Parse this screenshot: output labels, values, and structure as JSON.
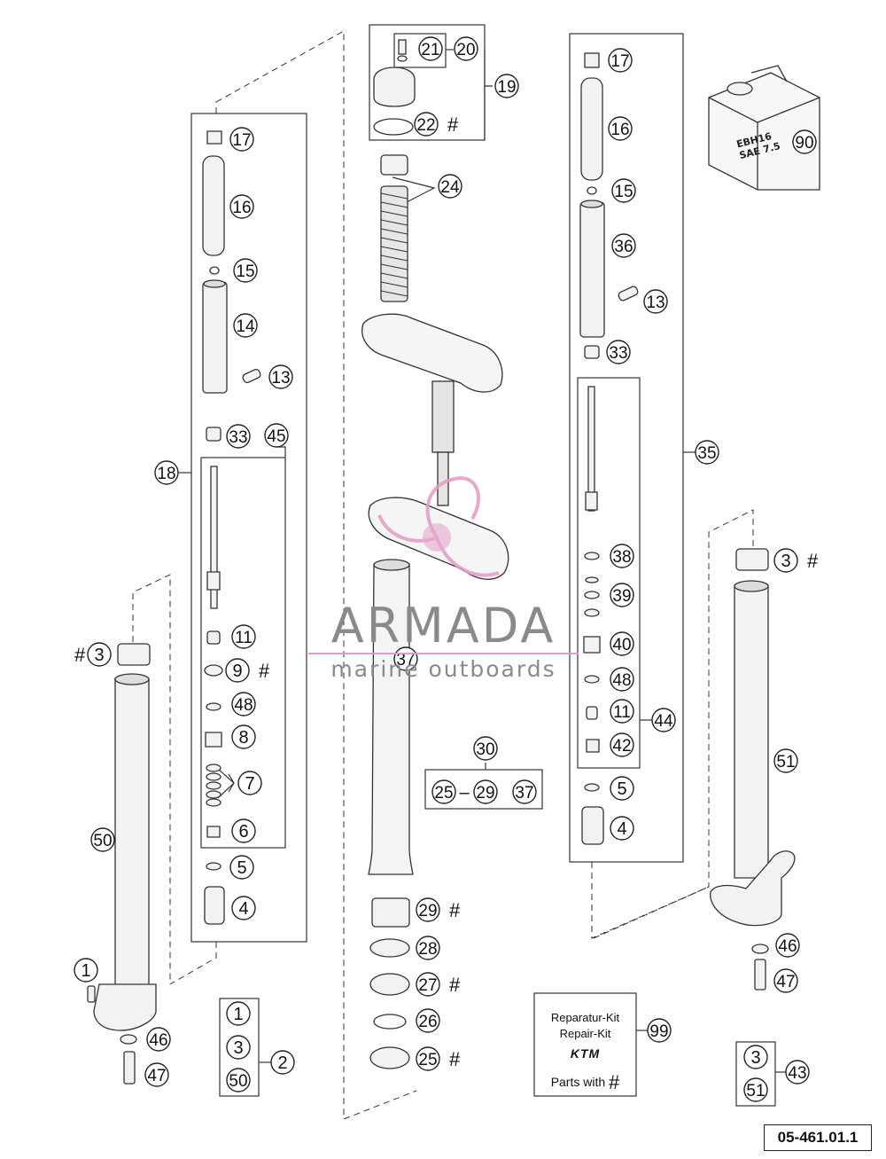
{
  "watermark": {
    "title": "ARMADA",
    "subtitle": "marine outboards",
    "accent_color": "#e39ac4",
    "logo_icon": "propeller-icon"
  },
  "drawing_code": "05-461.01.1",
  "repair_kit": {
    "line1": "Reparatur-Kit",
    "line2": "Repair-Kit",
    "logo": "KTM",
    "parts_label": "Parts with",
    "hash": "#"
  },
  "oil_can": {
    "line1": "EBH16",
    "line2": "SAE 7.5"
  },
  "callouts": [
    {
      "num": "17",
      "hash": false
    },
    {
      "num": "16",
      "hash": false
    },
    {
      "num": "15",
      "hash": false
    },
    {
      "num": "14",
      "hash": false
    },
    {
      "num": "13",
      "hash": false
    },
    {
      "num": "33",
      "hash": false
    },
    {
      "num": "45",
      "hash": false
    },
    {
      "num": "18",
      "hash": false
    },
    {
      "num": "11",
      "hash": false
    },
    {
      "num": "9",
      "hash": true
    },
    {
      "num": "48",
      "hash": false
    },
    {
      "num": "8",
      "hash": false
    },
    {
      "num": "7",
      "hash": false
    },
    {
      "num": "6",
      "hash": false
    },
    {
      "num": "5",
      "hash": false
    },
    {
      "num": "4",
      "hash": false
    },
    {
      "num": "3",
      "hash": true
    },
    {
      "num": "50",
      "hash": false
    },
    {
      "num": "1",
      "hash": false
    },
    {
      "num": "46",
      "hash": false
    },
    {
      "num": "47",
      "hash": false
    },
    {
      "num": "1",
      "hash": false
    },
    {
      "num": "3",
      "hash": false
    },
    {
      "num": "50",
      "hash": false
    },
    {
      "num": "2",
      "hash": false
    },
    {
      "num": "21",
      "hash": false
    },
    {
      "num": "20",
      "hash": false
    },
    {
      "num": "19",
      "hash": false
    },
    {
      "num": "22",
      "hash": true
    },
    {
      "num": "24",
      "hash": false
    },
    {
      "num": "37",
      "hash": false
    },
    {
      "num": "30",
      "hash": false
    },
    {
      "num": "25",
      "hash": false
    },
    {
      "num": "29",
      "hash": false
    },
    {
      "num": "37",
      "hash": false
    },
    {
      "num": "29",
      "hash": true
    },
    {
      "num": "28",
      "hash": false
    },
    {
      "num": "27",
      "hash": true
    },
    {
      "num": "26",
      "hash": false
    },
    {
      "num": "25",
      "hash": true
    },
    {
      "num": "17",
      "hash": false
    },
    {
      "num": "16",
      "hash": false
    },
    {
      "num": "15",
      "hash": false
    },
    {
      "num": "36",
      "hash": false
    },
    {
      "num": "13",
      "hash": false
    },
    {
      "num": "33",
      "hash": false
    },
    {
      "num": "35",
      "hash": false
    },
    {
      "num": "38",
      "hash": false
    },
    {
      "num": "39",
      "hash": false
    },
    {
      "num": "40",
      "hash": false
    },
    {
      "num": "48",
      "hash": false
    },
    {
      "num": "11",
      "hash": false
    },
    {
      "num": "44",
      "hash": false
    },
    {
      "num": "42",
      "hash": false
    },
    {
      "num": "5",
      "hash": false
    },
    {
      "num": "4",
      "hash": false
    },
    {
      "num": "3",
      "hash": true
    },
    {
      "num": "51",
      "hash": false
    },
    {
      "num": "46",
      "hash": false
    },
    {
      "num": "47",
      "hash": false
    },
    {
      "num": "90",
      "hash": false
    },
    {
      "num": "99",
      "hash": false
    },
    {
      "num": "3",
      "hash": false
    },
    {
      "num": "51",
      "hash": false
    },
    {
      "num": "43",
      "hash": false
    }
  ],
  "range_dash": "–"
}
